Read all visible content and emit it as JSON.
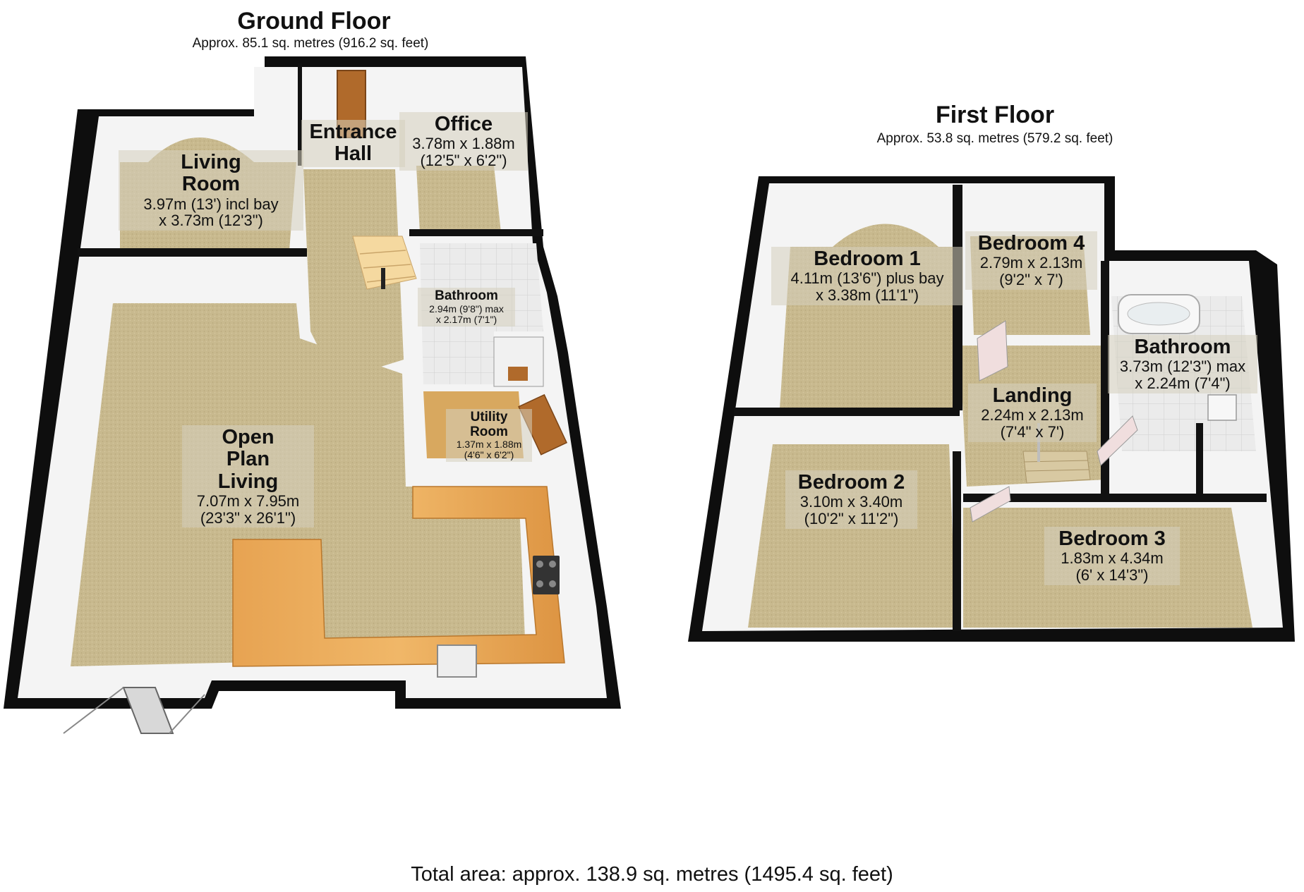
{
  "ground_floor": {
    "title": "Ground Floor",
    "area": "Approx. 85.1 sq. metres (916.2 sq. feet)",
    "rooms": {
      "living_room": {
        "name1": "Living",
        "name2": "Room",
        "dim1": "3.97m (13') incl bay",
        "dim2": "x 3.73m (12'3\")"
      },
      "entrance_hall": {
        "name1": "Entrance",
        "name2": "Hall"
      },
      "office": {
        "name": "Office",
        "dim1": "3.78m x 1.88m",
        "dim2": "(12'5\" x 6'2\")"
      },
      "bathroom": {
        "name": "Bathroom",
        "dim1": "2.94m (9'8\") max",
        "dim2": "x 2.17m (7'1\")"
      },
      "utility_room": {
        "name1": "Utility",
        "name2": "Room",
        "dim1": "1.37m x 1.88m",
        "dim2": "(4'6\" x 6'2\")"
      },
      "open_plan": {
        "name1": "Open",
        "name2": "Plan",
        "name3": "Living",
        "dim1": "7.07m x 7.95m",
        "dim2": "(23'3\" x 26'1\")"
      }
    }
  },
  "first_floor": {
    "title": "First Floor",
    "area": "Approx. 53.8 sq. metres (579.2 sq. feet)",
    "rooms": {
      "bedroom1": {
        "name": "Bedroom 1",
        "dim1": "4.11m (13'6\") plus bay",
        "dim2": "x 3.38m (11'1\")"
      },
      "bedroom4": {
        "name": "Bedroom 4",
        "dim1": "2.79m x 2.13m",
        "dim2": "(9'2\" x 7')"
      },
      "bathroom": {
        "name": "Bathroom",
        "dim1": "3.73m (12'3\") max",
        "dim2": "x 2.24m (7'4\")"
      },
      "landing": {
        "name": "Landing",
        "dim1": "2.24m x 2.13m",
        "dim2": "(7'4\" x 7')"
      },
      "bedroom2": {
        "name": "Bedroom 2",
        "dim1": "3.10m x 3.40m",
        "dim2": "(10'2\" x 11'2\")"
      },
      "bedroom3": {
        "name": "Bedroom 3",
        "dim1": "1.83m x 4.34m",
        "dim2": "(6' x 14'3\")"
      }
    }
  },
  "total_area": "Total area: approx. 138.9 sq. metres (1495.4 sq. feet)",
  "colors": {
    "carpet": "#c9b98f",
    "wall": "#111111",
    "wall_face": "#f2f2f2",
    "wood": "#e09a4a",
    "tile": "#e6e6e6"
  }
}
